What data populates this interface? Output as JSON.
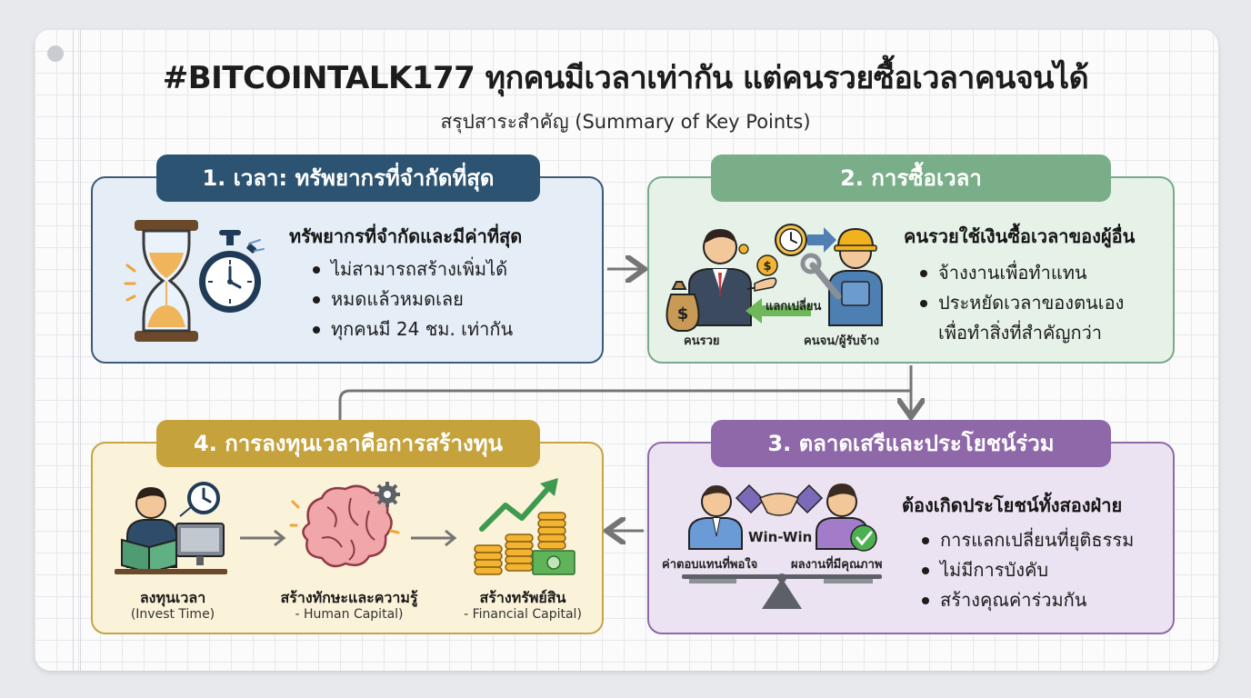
{
  "title": "#BITCOINTALK177 ทุกคนมีเวลาเท่ากัน แต่คนรวยซื้อเวลาคนจนได้",
  "subtitle": "สรุปสาระสำคัญ (Summary of Key Points)",
  "sections": [
    {
      "label": "1. เวลา: ทรัพยากรที่จำกัดที่สุด",
      "heading": "ทรัพยากรที่จำกัดและมีค่าที่สุด",
      "bullets": [
        "ไม่สามารถสร้างเพิ่มได้",
        "หมดแล้วหมดเลย",
        "ทุกคนมี 24 ชม. เท่ากัน"
      ],
      "icons": [
        "hourglass-icon",
        "stopwatch-icon"
      ]
    },
    {
      "label": "2. การซื้อเวลา",
      "heading": "คนรวยใช้เงินซื้อเวลาของผู้อื่น",
      "bullets": [
        "จ้างงานเพื่อทำแทน",
        "ประหยัดเวลาของตนเอง",
        "เพื่อทำสิ่งที่สำคัญกว่า"
      ],
      "illustration_labels": {
        "rich": "คนรวย",
        "exchange": "แลกเปลี่ยน",
        "worker": "คนจน/ผู้รับจ้าง"
      },
      "icons": [
        "businessman-icon",
        "money-bag-icon",
        "clock-icon",
        "worker-icon",
        "wrench-icon"
      ]
    },
    {
      "label": "3. ตลาดเสรีและประโยชน์ร่วม",
      "heading": "ต้องเกิดประโยชน์ทั้งสองฝ่าย",
      "bullets": [
        "การแลกเปลี่ยนที่ยุติธรรม",
        "ไม่มีการบังคับ",
        "สร้างคุณค่าร่วมกัน"
      ],
      "illustration_labels": {
        "center": "Win-Win",
        "left": "ค่าตอบแทนที่พอใจ",
        "right": "ผลงานที่มีคุณภาพ"
      },
      "icons": [
        "handshake-icon",
        "scale-icon",
        "checkmark-icon"
      ]
    },
    {
      "label": "4. การลงทุนเวลาคือการสร้างทุน",
      "steps": [
        {
          "title": "ลงทุนเวลา",
          "sub": "(Invest Time)"
        },
        {
          "title": "สร้างทักษะและความรู้",
          "sub": "- Human Capital)"
        },
        {
          "title": "สร้างทรัพย์สิน",
          "sub": "- Financial Capital)"
        }
      ],
      "icons": [
        "reader-icon",
        "brain-icon",
        "coins-growth-icon"
      ]
    }
  ],
  "colors": {
    "section1": "#2c5472",
    "section2": "#7aae89",
    "section3": "#8e68a8",
    "section4": "#c5a23c",
    "connector": "#757575"
  }
}
